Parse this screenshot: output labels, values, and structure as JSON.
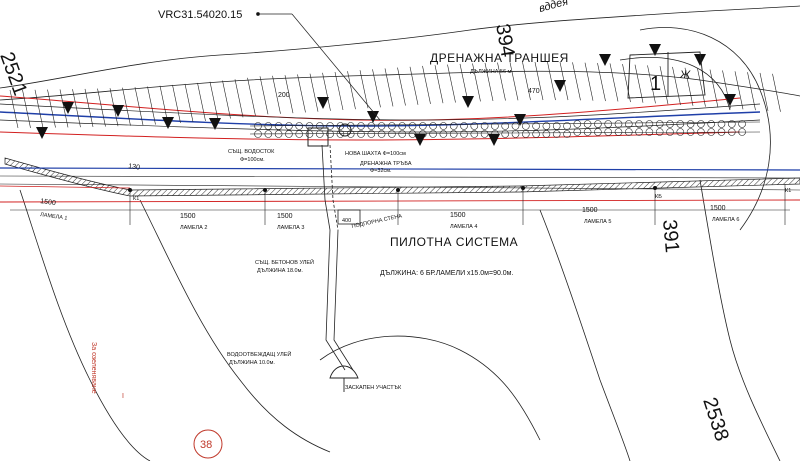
{
  "drawing_code": "VRC31.54020.15",
  "drainage": {
    "title": "ДРЕНАЖНА ТРАНШЕЯ",
    "length_label": "ДЪЛЖИНА  56 м."
  },
  "pile_system": {
    "title": "ПИЛОТНА   СИСТЕМА",
    "length_label": "ДЪЛЖИНА: 6  БР.ЛАМЕЛИ  х15.0м=90.0м."
  },
  "lamellae": [
    {
      "label": "ЛАМЕЛА 1",
      "span": "1500"
    },
    {
      "label": "ЛАМЕЛА 2",
      "span": "1500"
    },
    {
      "label": "ЛАМЕЛА 3",
      "span": "1500"
    },
    {
      "label": "ЛАМЕЛА 4",
      "span": "1500"
    },
    {
      "label": "ЛАМЕЛА 5",
      "span": "1500"
    },
    {
      "label": "ЛАМЕЛА 6",
      "span": "1500"
    }
  ],
  "notes": {
    "concrete_gutter": "СЪЩ. БЕТОНОВ УЛЕЙ",
    "concrete_gutter_len": "ДЪЛЖИНА  18.0м.",
    "drain_gutter": "ВОДООТВЕЖДАЩ УЛЕЙ",
    "drain_gutter_len": "ДЪЛЖИНА  10.0м.",
    "scree_section": "ЗАСКАПЕН  УЧАСТЪК",
    "retaining_wall": "ПОДПОРНА СТЕНА",
    "retaining_wall_dim": "400",
    "new_drain": "ДРЕНАЖНА ТРЪБА",
    "new_drain_dim": "Ф=32см.",
    "new_shaft": "НОВА ШАХТА  Ф=100см",
    "existing_culvert": "СЪЩ. ВОДОСТОК",
    "existing_culvert_dim": "Ф=100см."
  },
  "contours": [
    "394",
    "391",
    "2521",
    "2538"
  ],
  "annotations": {
    "road_label": "вддея",
    "red_side_text": "За  озеленяване",
    "red_roman": "I",
    "circle_number": "38",
    "map_sheet_top": "Ж",
    "map_sheet_bottom": "1",
    "chainage_kb": "КБ",
    "chainage_k1": "К1",
    "dim_200": "200",
    "dim_470": "470",
    "dim_1500": "1500",
    "dim_1300": "130"
  },
  "colors": {
    "line": "#1a1a1a",
    "red_line": "#d22020",
    "blue_line": "#1f3fa8",
    "hatch": "#333333"
  }
}
